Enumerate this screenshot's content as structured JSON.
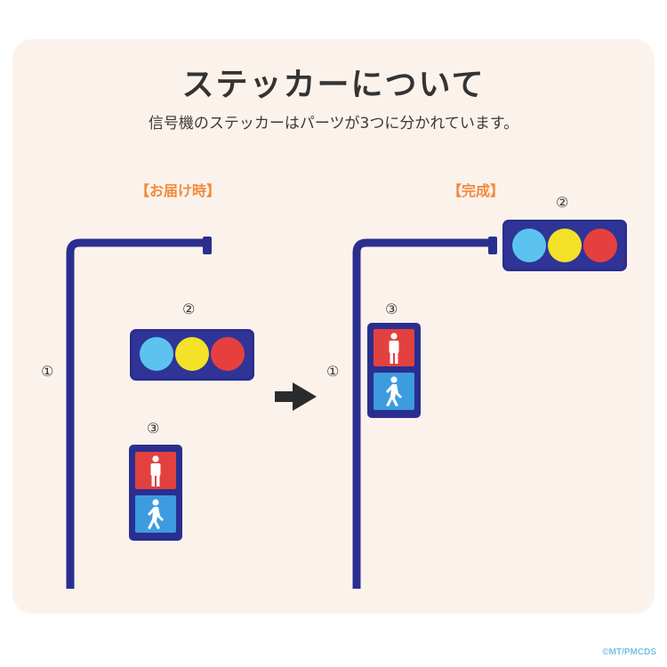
{
  "title": "ステッカーについて",
  "subtitle": "信号機のステッカーはパーツが3つに分かれています。",
  "left_panel": {
    "label": "【お届け時】",
    "part1": "①",
    "part2": "②",
    "part3": "③"
  },
  "right_panel": {
    "label": "【完成】",
    "part1": "①",
    "part2": "②",
    "part3": "③"
  },
  "credit": "©MT/PMCDS",
  "colors": {
    "background_card": "#fcf2ec",
    "pole": "#2a2f8f",
    "accent_label": "#f08a3c",
    "lamp_blue": "#5cc3f0",
    "lamp_yellow": "#f3e227",
    "lamp_red": "#e6403e",
    "ped_red": "#e2413f",
    "ped_blue": "#3d9be0"
  }
}
